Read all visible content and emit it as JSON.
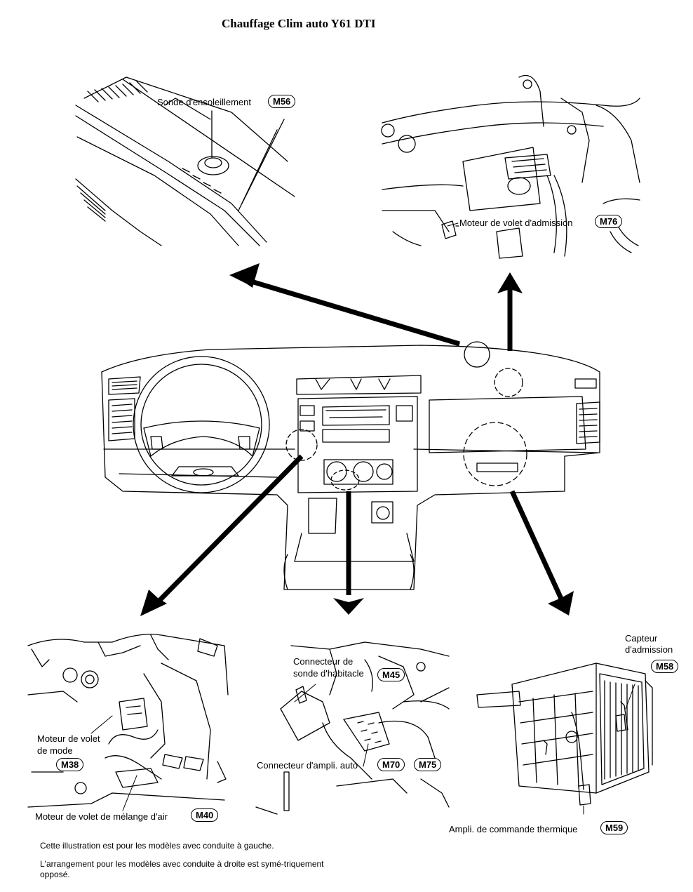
{
  "title": "Chauffage Clim auto Y61 DTI",
  "callouts": {
    "sun_sensor": {
      "label": "Sonde d'ensoleillement",
      "code": "M56"
    },
    "intake_motor": {
      "label": "Moteur de volet d'admission",
      "code": "M76"
    },
    "mode_motor": {
      "label_line1": "Moteur de volet",
      "label_line2": "de mode",
      "code": "M38"
    },
    "mix_motor": {
      "label": "Moteur de volet de mélange d'air",
      "code": "M40"
    },
    "cabin_sensor": {
      "label_line1": "Connecteur de",
      "label_line2": "sonde d'habitacle",
      "code": "M45"
    },
    "auto_amp": {
      "label": "Connecteur d'ampli. auto",
      "code1": "M70",
      "code2": "M75"
    },
    "intake_sensor": {
      "label_line1": "Capteur",
      "label_line2": "d'admission",
      "code": "M58"
    },
    "thermal_amp": {
      "label": "Ampli. de commande thermique",
      "code": "M59"
    }
  },
  "notes": {
    "line1": "Cette illustration est pour les modèles avec conduite à gauche.",
    "line2": "L'arrangement pour les modèles avec conduite à droite est symé-triquement opposé."
  }
}
